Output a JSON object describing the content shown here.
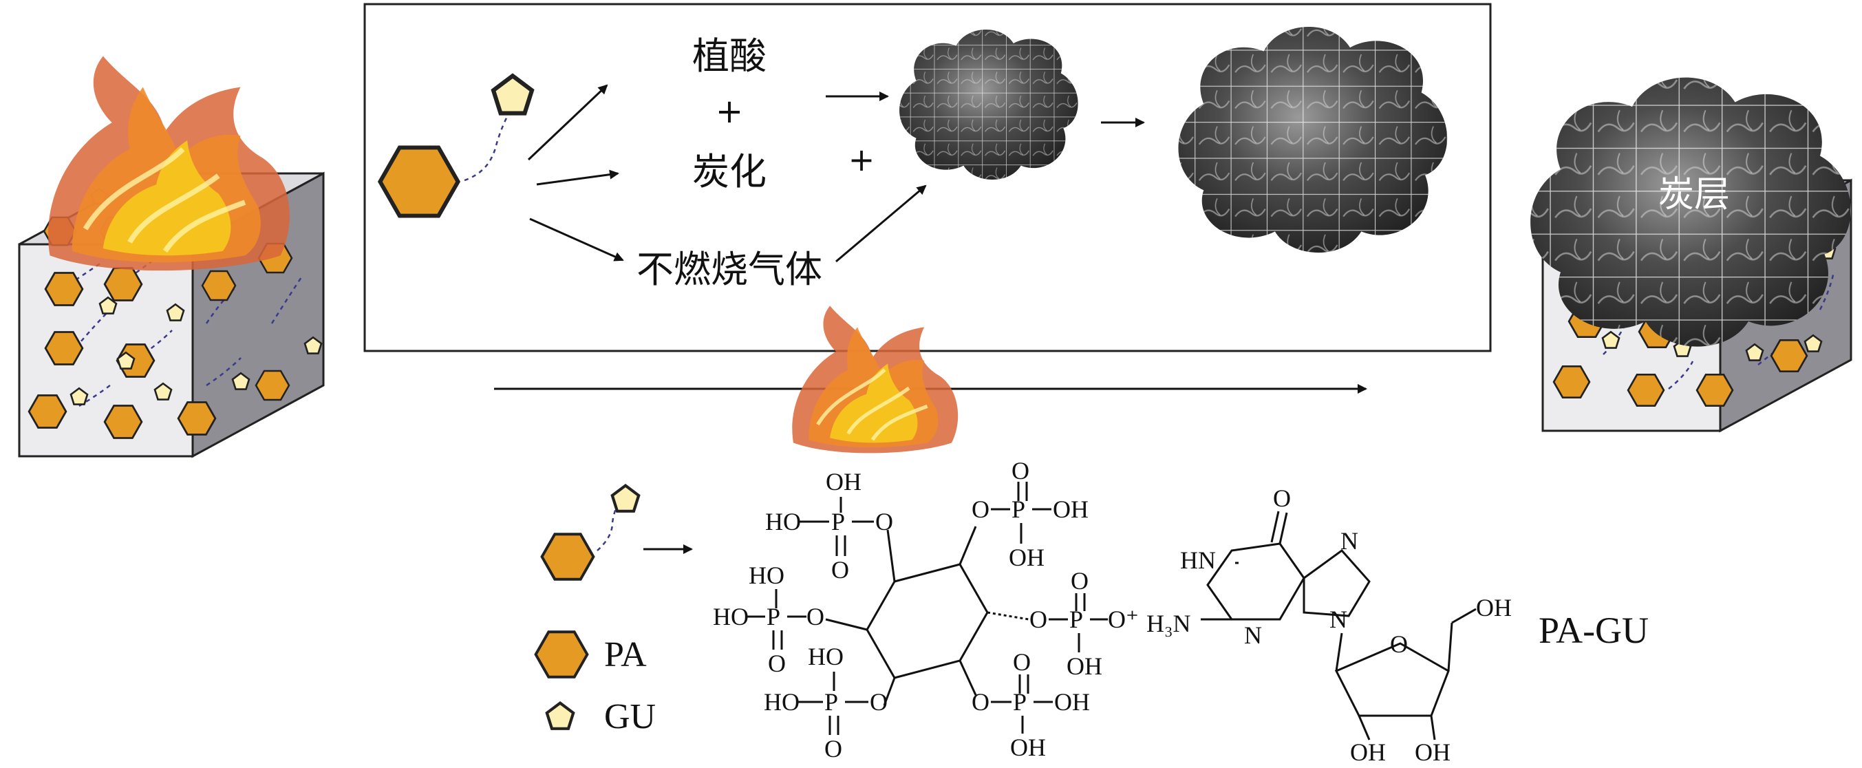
{
  "process": {
    "reagent_line1": "植酸",
    "reagent_plus": "+",
    "reagent_line2": "炭化",
    "gas_label": "不燃烧气体",
    "combine_plus": "+",
    "char_label": "炭层"
  },
  "legend": {
    "pa_label": "PA",
    "gu_label": "GU"
  },
  "structure": {
    "phytic_acid_groups": {
      "oh": "OH",
      "ho": "HO",
      "p": "P",
      "o": "O",
      "o_plus": "O⁺"
    },
    "guanine_labels": {
      "h3n": "H₃N",
      "hn": "HN",
      "n": "N",
      "o": "O",
      "oh": "OH"
    },
    "compound_label": "PA-GU"
  },
  "colors": {
    "pa_fill": "#e59a24",
    "gu_fill": "#fdf0b4",
    "chain": "#3a3a8c",
    "flame_outer": "#d9663a",
    "flame_inner": "#f6c21e",
    "char": "#3b3b3b",
    "cube_front": "#ececef",
    "cube_side": "#8e8e94",
    "frame": "#222222"
  },
  "icons": [
    "flame-icon",
    "char-layer-icon",
    "pa-hexagon-icon",
    "gu-pentagon-icon",
    "molecular-chain-icon"
  ]
}
